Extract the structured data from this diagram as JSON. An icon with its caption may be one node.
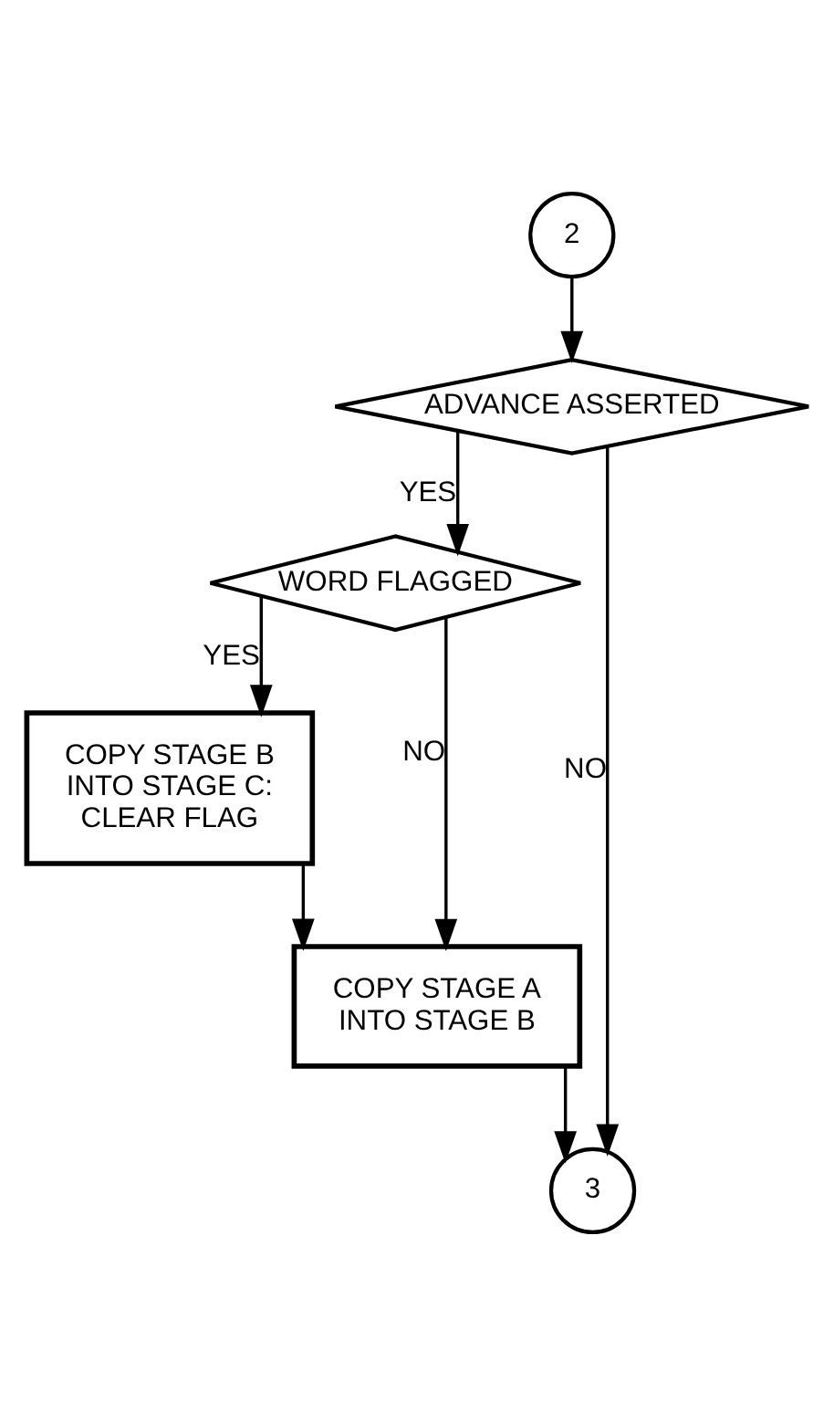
{
  "diagram": {
    "nodes": [
      {
        "text": [
          "2"
        ]
      },
      {
        "text": [
          "ADVANCE ASSERTED"
        ]
      },
      {
        "text": [
          "WORD FLAGGED"
        ]
      },
      {
        "text": [
          "COPY STAGE B INTO STAGE C: CLEAR FLAG"
        ]
      },
      {
        "text": [
          "COPY STAGE A INTO STAGE B"
        ]
      },
      {
        "text": [
          "3"
        ]
      }
    ],
    "edges": [
      {
        "from": 0,
        "to": 1,
        "arrow": "to"
      },
      {
        "from": 1,
        "to": 2,
        "arrow": "to",
        "label": "YES"
      },
      {
        "from": 1,
        "to": 5,
        "arrow": "to",
        "label": "NO"
      },
      {
        "from": 2,
        "to": 3,
        "arrow": "to",
        "label": "YES"
      },
      {
        "from": 2,
        "to": 4,
        "arrow": "to",
        "label": "NO"
      },
      {
        "from": 3,
        "to": 4,
        "arrow": "to"
      },
      {
        "from": 4,
        "to": 5,
        "arrow": "to"
      }
    ]
  }
}
